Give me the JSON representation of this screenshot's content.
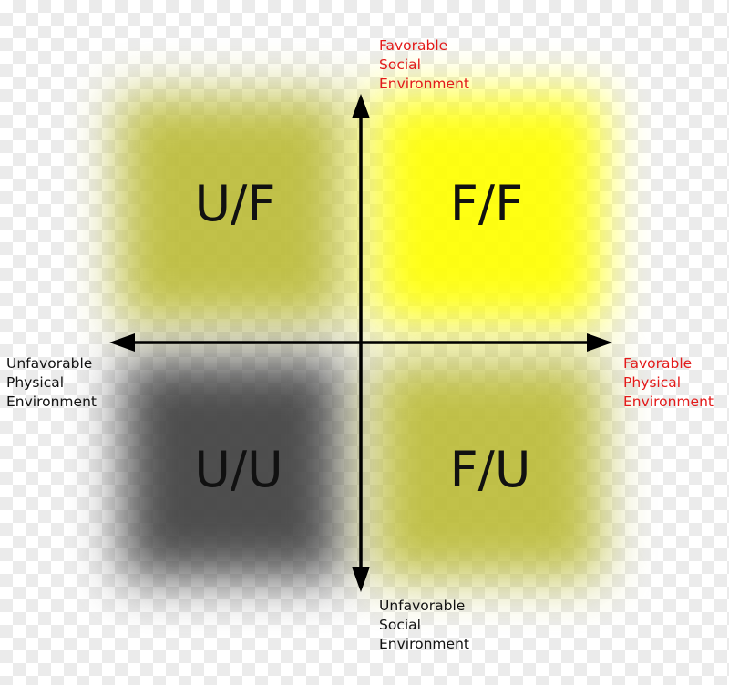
{
  "quadrants": {
    "top_left": {
      "label": "U/F",
      "color": "#bcbc3a"
    },
    "top_right": {
      "label": "F/F",
      "color": "#ffff00"
    },
    "bottom_left": {
      "label": "U/U",
      "color": "#404040"
    },
    "bottom_right": {
      "label": "F/U",
      "color": "#bcbc3a"
    }
  },
  "axes": {
    "y_positive": "Favorable\nSocial\nEnvironment",
    "y_negative": "Unfavorable\nSocial\nEnvironment",
    "x_positive": "Favorable\nPhysical\nEnvironment",
    "x_negative": "Unfavorable\nPhysical\nEnvironment"
  }
}
